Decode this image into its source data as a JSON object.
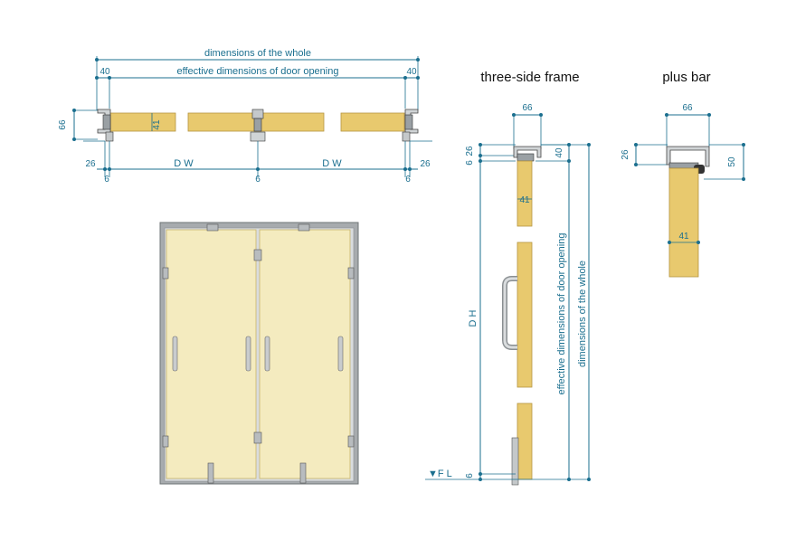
{
  "titles": {
    "three_side_frame": "three-side frame",
    "plus_bar": "plus bar"
  },
  "plan": {
    "whole": "dimensions of the whole",
    "effective": "effective dimensions of door opening",
    "left_40": "40",
    "right_40": "40",
    "height_66": "66",
    "thickness_41": "41",
    "left_26": "26",
    "right_26": "26",
    "dw_left": "D W",
    "dw_right": "D W",
    "gap_left": "6",
    "gap_center": "6",
    "gap_right": "6"
  },
  "section": {
    "width_66": "66",
    "top_26": "26",
    "top_6": "6",
    "top_40": "40",
    "thickness_41": "41",
    "dh": "D H",
    "effective": "effective dimensions of door opening",
    "whole": "dimensions of the whole",
    "fl": "▼F L",
    "bottom_6": "6"
  },
  "plusbar": {
    "width_66": "66",
    "left_26": "26",
    "right_50": "50",
    "thickness_41": "41"
  },
  "colors": {
    "dimension": "#1b6f8f",
    "door_panel": "#f2e8b8",
    "door_edge": "#e1c46c",
    "frame": "#b8bcbf"
  }
}
